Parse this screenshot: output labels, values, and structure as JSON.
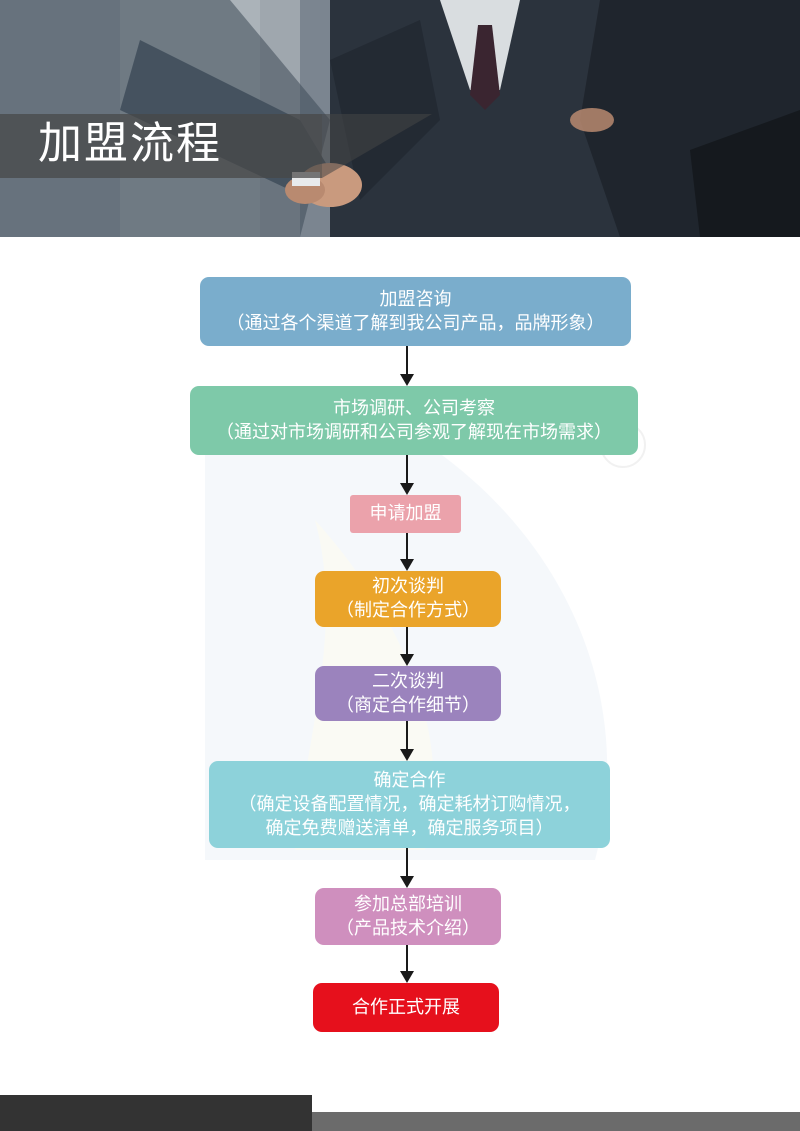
{
  "header": {
    "title": "加盟流程"
  },
  "flow": {
    "steps": [
      {
        "title": "加盟咨询",
        "lines": [
          "（通过各个渠道了解到我公司产品，品牌形象）"
        ],
        "color": "#7aadcc"
      },
      {
        "title": "市场调研、公司考察",
        "lines": [
          "（通过对市场调研和公司参观了解现在市场需求）"
        ],
        "color": "#7ec9a9"
      },
      {
        "title": "申请加盟",
        "lines": [],
        "color": "#eba2ab"
      },
      {
        "title": "初次谈判",
        "lines": [
          "（制定合作方式）"
        ],
        "color": "#eaa42a"
      },
      {
        "title": "二次谈判",
        "lines": [
          "（商定合作细节）"
        ],
        "color": "#9b83bd"
      },
      {
        "title": "确定合作",
        "lines": [
          "（确定设备配置情况，确定耗材订购情况，",
          "确定免费赠送清单，确定服务项目）"
        ],
        "color": "#8dd2da"
      },
      {
        "title": "参加总部培训",
        "lines": [
          "（产品技术介绍）"
        ],
        "color": "#cf8fbe"
      },
      {
        "title": "合作正式开展",
        "lines": [],
        "color": "#e6101c"
      }
    ]
  }
}
